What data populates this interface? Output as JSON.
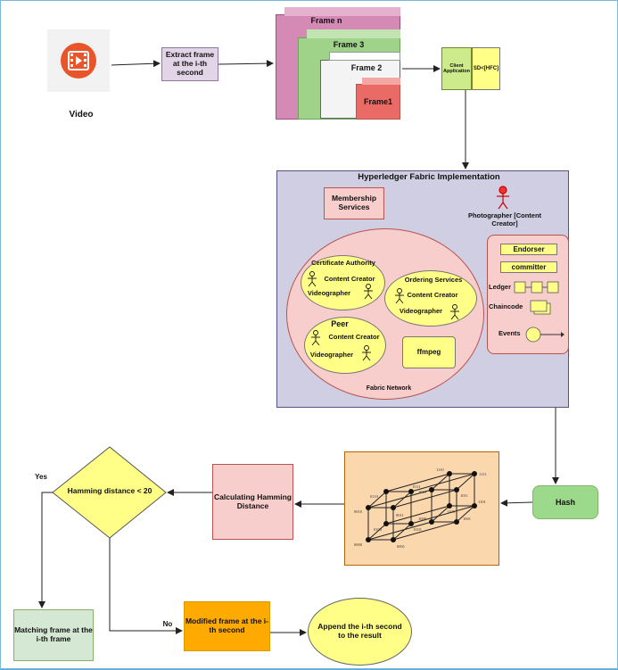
{
  "video": {
    "label": "Video"
  },
  "extract": {
    "label": "Extract frame at the i-th second"
  },
  "frames": {
    "frame_n": "Frame n",
    "frame_3": "Frame 3",
    "frame_2": "Frame 2",
    "frame_1": "Frame1"
  },
  "client": {
    "app_label": "Client Application",
    "sd_label": "SD<[HFC]"
  },
  "fabric": {
    "title": "Hyperledger Fabric Implementation",
    "membership": "Membership Services",
    "photographer": "Photographer [Content Creator]",
    "network_label": "Fabric Network",
    "certificate_authority": {
      "title": "Certificate Authority",
      "content_creator": "Content Creator",
      "videographer": "Videographer"
    },
    "ordering": {
      "title": "Ordering Services",
      "content_creator": "Content Creator",
      "videographer": "Videographer"
    },
    "peer": {
      "title": "Peer",
      "content_creator": "Content Creator",
      "videographer": "Videographer"
    },
    "ffmpeg": "ffmpeg",
    "endorser": "Endorser",
    "committer": "committer",
    "ledger": "Ledger",
    "chaincode": "Chaincode",
    "events": "Events"
  },
  "hash": {
    "label": "Hash"
  },
  "hypercube": {
    "node_labels": [
      "0000",
      "0001",
      "0010",
      "0011",
      "0100",
      "0101",
      "0110",
      "0111",
      "1000",
      "1001",
      "1010",
      "1011",
      "1100",
      "1101",
      "1110",
      "1111"
    ]
  },
  "calc": {
    "label": "Calculating Hamming Distance"
  },
  "decision": {
    "label": "Hamming distance < 20",
    "yes": "Yes",
    "no": "No"
  },
  "matching": {
    "label": "Matching frame at the i-th frame"
  },
  "modified": {
    "label": "Modified frame at the i-th second"
  },
  "append": {
    "label": "Append the i-th second to the result"
  },
  "colors": {
    "pink": "#f8cecc",
    "purple": "#e1d5e7",
    "green": "#d5e8d4",
    "yellow": "#ffff88",
    "orange": "#fad7ac",
    "hash_green": "#8fd07b"
  }
}
